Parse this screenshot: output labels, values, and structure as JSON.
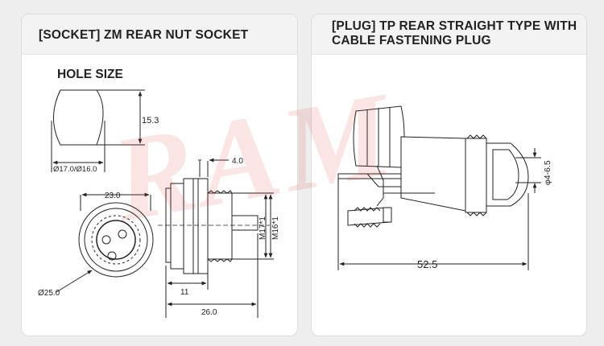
{
  "left_panel": {
    "title": "[SOCKET] ZM REAR NUT SOCKET",
    "hole_size_label": "HOLE SIZE",
    "dims": {
      "hole_height": "15.3",
      "hole_diameter": "Ø17.0/Ø16.0",
      "nut_thickness": "4.0",
      "face_width": "23.0",
      "outer_diameter": "Ø25.0",
      "thread_m17": "M17*1",
      "thread_m16": "M16*1",
      "thread_length": "11",
      "total_length": "26.0"
    }
  },
  "right_panel": {
    "title": "[PLUG] TP REAR STRAIGHT TYPE WITH CABLE FASTENING PLUG",
    "dims": {
      "cable_diameter": "φ4-6.5",
      "total_length": "52.5"
    }
  },
  "watermark": "RAM",
  "colors": {
    "background": "#eeeeee",
    "panel": "#ffffff",
    "header": "#f3f3f3",
    "watermark": "#e33434"
  }
}
